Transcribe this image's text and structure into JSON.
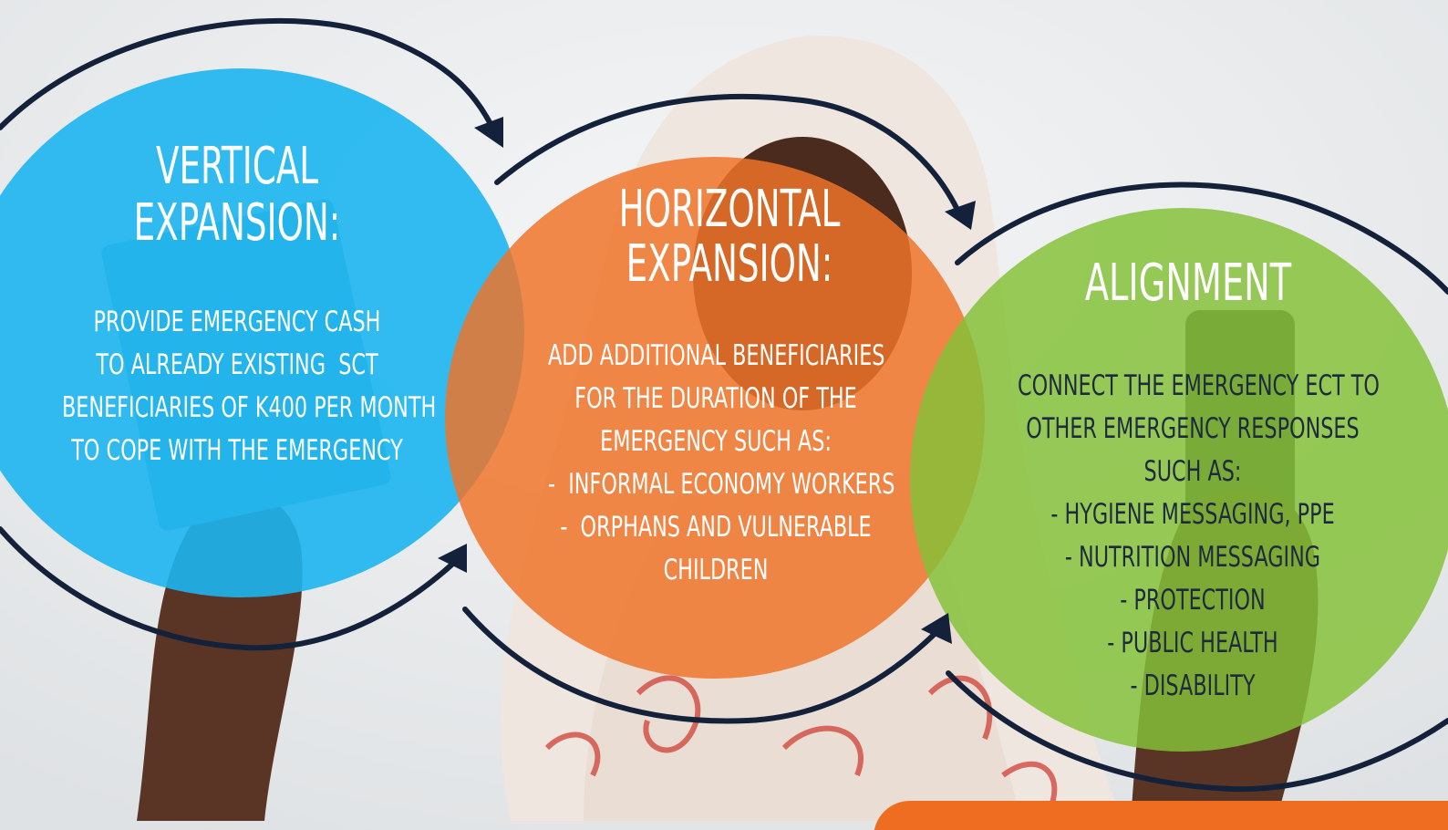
{
  "colors": {
    "blue": "#1cb5f0",
    "orange": "#f07428",
    "green": "#84c138",
    "arrow": "#14213a",
    "green_text": "#1f2a3f"
  },
  "circles": [
    {
      "title_lines": [
        "Vertical",
        "expansion:"
      ],
      "body_lines": [
        "Provide emergency cash",
        "to already existing  SCT",
        "beneficiaries of K400 per month",
        "to cope with the emergency"
      ]
    },
    {
      "title_lines": [
        "Horizontal",
        "expansion:"
      ],
      "body_lines": [
        "Add additional beneficiaries",
        "for the duration of the",
        "emergency such as:",
        "-  informal economy workers",
        "-  orphans and vulnerable",
        "children"
      ]
    },
    {
      "title_lines": [
        "Alignment"
      ],
      "body_lines": [
        "Connect the emergency ECT to",
        "other emergency responses",
        "such as:",
        "- hygiene messaging, PPE",
        "- nutrition messaging",
        "- protection",
        "- public health",
        "- disability"
      ]
    }
  ]
}
